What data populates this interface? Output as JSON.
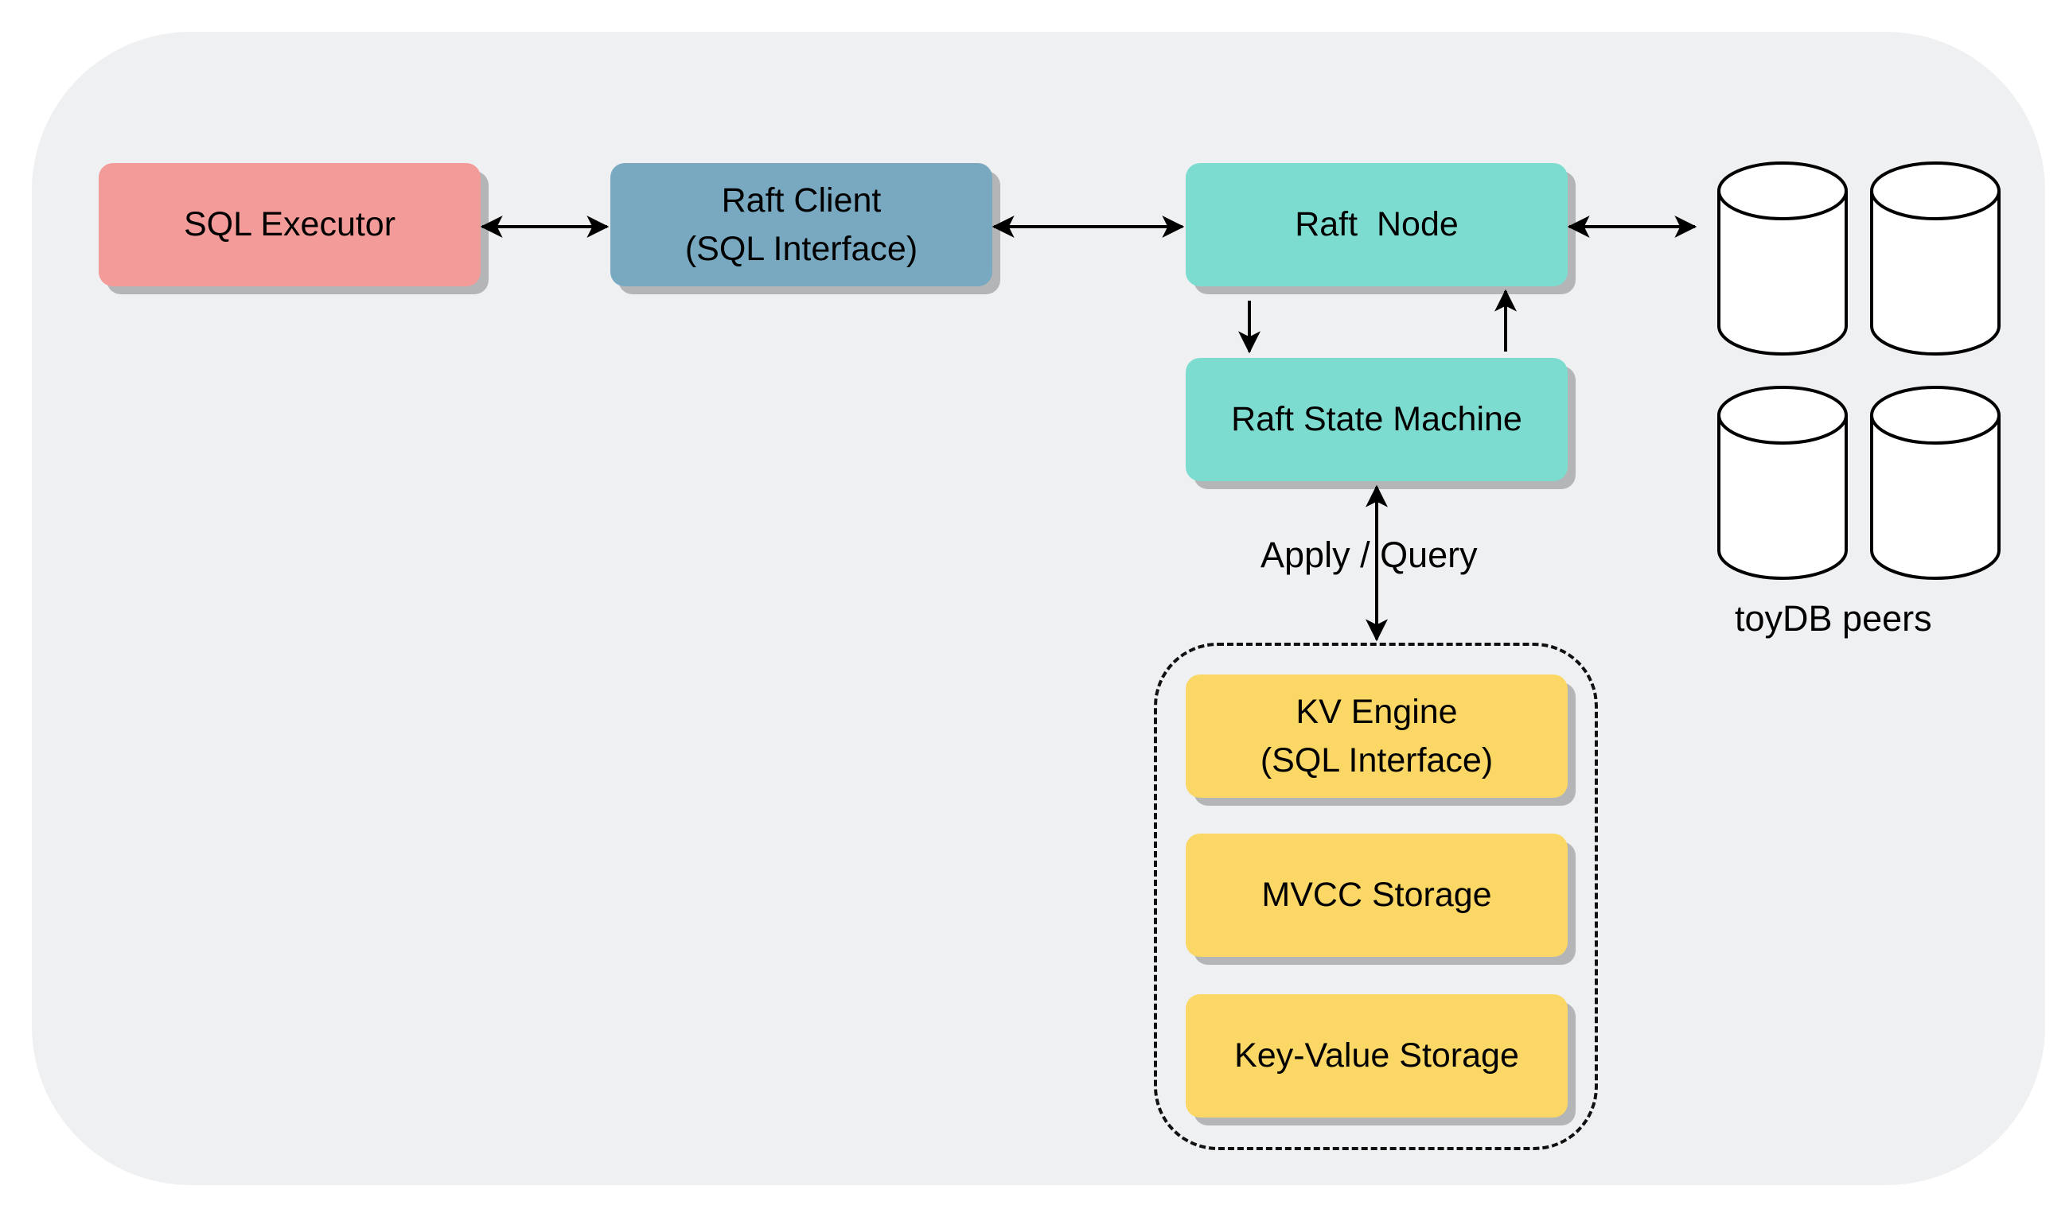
{
  "nodes": {
    "sql_executor": {
      "label": "SQL Executor"
    },
    "raft_client": {
      "line1": "Raft Client",
      "line2": "(SQL Interface)"
    },
    "raft_node": {
      "label": "Raft  Node"
    },
    "state_machine": {
      "label": "Raft State Machine"
    },
    "kv_engine": {
      "line1": "KV Engine",
      "line2": "(SQL Interface)"
    },
    "mvcc_storage": {
      "label": "MVCC Storage"
    },
    "kv_storage": {
      "label": "Key-Value Storage"
    }
  },
  "edge_labels": {
    "apply_query": "Apply / Query"
  },
  "peers": {
    "label": "toyDB peers",
    "count": 4
  },
  "colors": {
    "background": "#eff0f2",
    "sql_executor": "#f29b98",
    "raft_client": "#78a9c1",
    "raft": "#7ddcd0",
    "storage": "#fbd766",
    "shadow": "#b4b5b7"
  }
}
